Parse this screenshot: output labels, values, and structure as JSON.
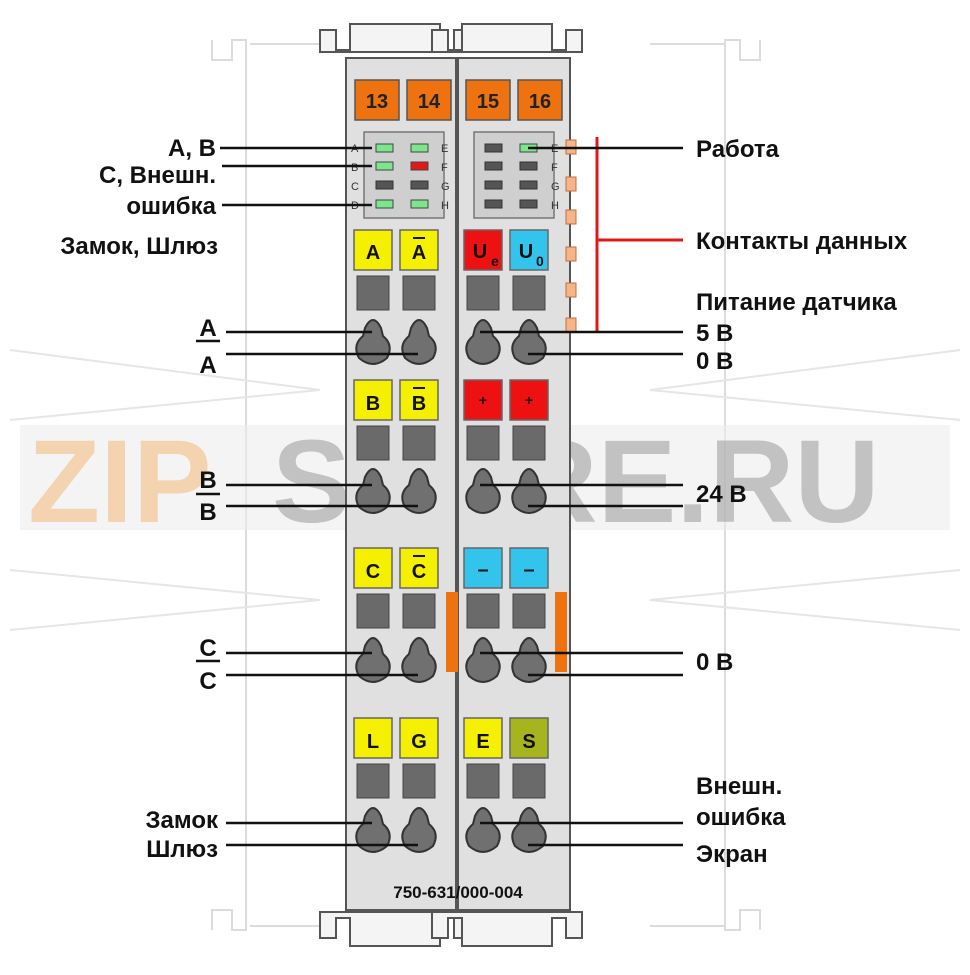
{
  "watermark": {
    "part1": "ZIP",
    "part2": "STORE.RU"
  },
  "terminals": [
    "13",
    "14",
    "15",
    "16"
  ],
  "led_letters_left": [
    "A",
    "B",
    "C",
    "D"
  ],
  "led_letters_right": [
    "E",
    "F",
    "G",
    "H"
  ],
  "buttons": {
    "row1": [
      "A",
      "A",
      "U",
      "U"
    ],
    "row1_sub": [
      "e",
      "0"
    ],
    "row2": [
      "B",
      "B",
      "+",
      "+"
    ],
    "row3": [
      "C",
      "C",
      "–",
      "–"
    ],
    "row4": [
      "L",
      "G",
      "E",
      "S"
    ]
  },
  "labels_left": {
    "ab": "A, B",
    "c_ext": "C, Внешн.",
    "error": "ошибка",
    "lock_gate": "Замок, Шлюз",
    "a_bar": "A",
    "a": "A",
    "b_bar": "B",
    "b": "B",
    "c_bar": "C",
    "c": "C",
    "lock": "Замок",
    "gate": "Шлюз"
  },
  "labels_right": {
    "run": "Работа",
    "data_contacts": "Контакты данных",
    "sensor_power": "Питание датчика",
    "v5": "5 В",
    "v0a": "0 В",
    "v24": "24 В",
    "v0b": "0 В",
    "ext": "Внешн.",
    "error": "ошибка",
    "shield": "Экран"
  },
  "part_number": "750-631/000-004",
  "colors": {
    "orange": "#ee7310",
    "yellow": "#f5f000",
    "red": "#ee1111",
    "blue": "#33c4ee",
    "olive": "#a6b41d",
    "led_green": "#7de68c",
    "led_red": "#e01818",
    "housing": "#e0e0e0"
  }
}
